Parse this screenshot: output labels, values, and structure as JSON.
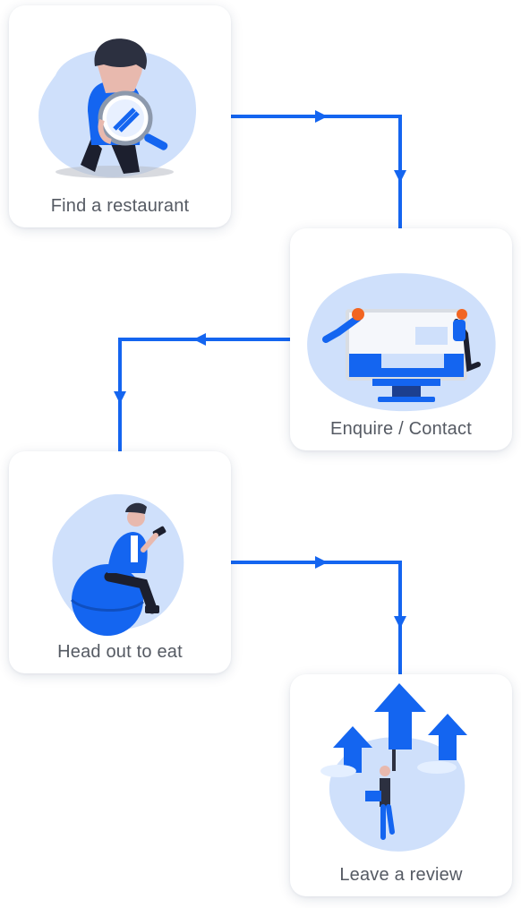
{
  "colors": {
    "accent": "#1465f0",
    "blob": "#cfe0fb",
    "label": "#555a63",
    "card_bg": "#ffffff"
  },
  "flow": {
    "steps": [
      {
        "label": "Find a restaurant",
        "illustration": "person-with-magnifying-glass-icon"
      },
      {
        "label": "Enquire / Contact",
        "illustration": "people-with-monitor-icon"
      },
      {
        "label": "Head out to eat",
        "illustration": "person-on-ball-with-phone-icon"
      },
      {
        "label": "Leave a review",
        "illustration": "person-climbing-arrows-icon"
      }
    ]
  }
}
